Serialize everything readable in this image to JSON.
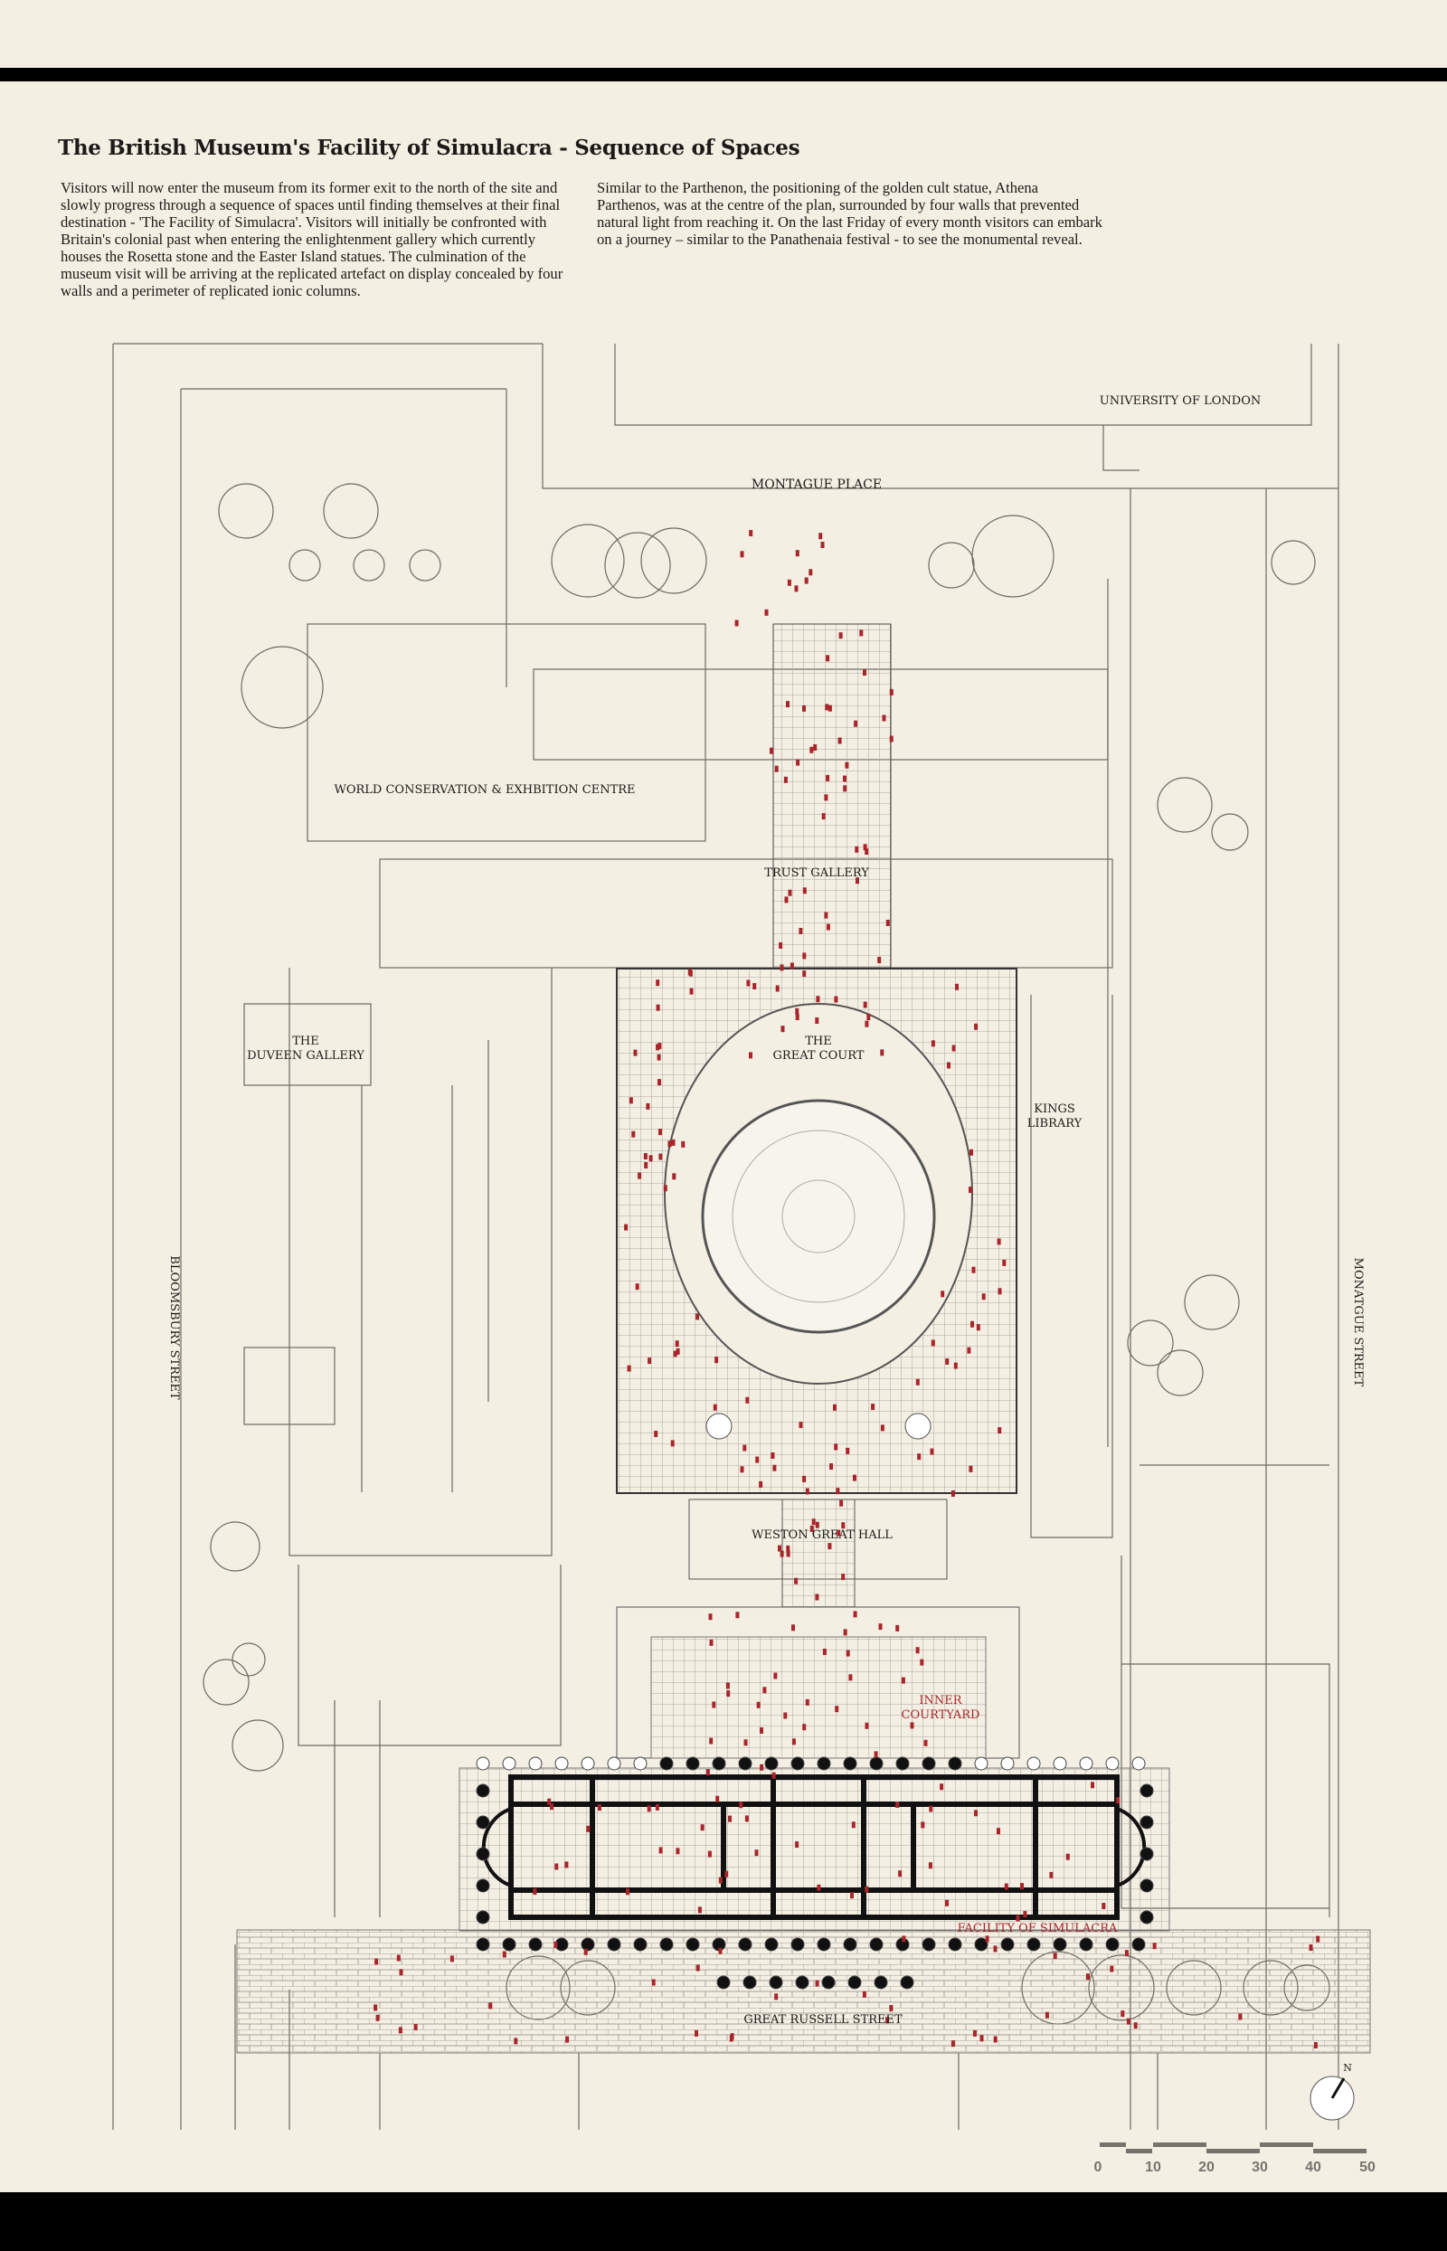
{
  "title": "The British Museum's Facility of Simulacra - Sequence of Spaces",
  "paragraphs": [
    "Visitors will now enter the museum from its former exit to the north of the site and slowly progress through a sequence of spaces until finding themselves at their final destination - 'The Facility of Simulacra'. Visitors will initially be confronted with Britain's colonial past when entering the enlightenment gallery which currently houses the Rosetta stone and the Easter Island statues. The culmination of the museum visit will be arriving at the replicated artefact on display concealed by four walls and a perimeter of replicated ionic columns.",
    "Similar to the Parthenon, the positioning of the golden cult statue, Athena Parthenos, was at the centre of the plan, surrounded by four walls that prevented natural light from reaching it. On the last Friday of every month visitors can embark on a journey – similar to the Panathenaia festival - to see the monumental reveal."
  ],
  "labels": {
    "university": "UNIVERSITY OF LONDON",
    "montague_place": "MONTAGUE PLACE",
    "world_conservation": "WORLD CONSERVATION & EXHBITION CENTRE",
    "trust_gallery": "TRUST GALLERY",
    "duveen_1": "THE",
    "duveen_2": "DUVEEN GALLERY",
    "great_court_1": "THE",
    "great_court_2": "GREAT COURT",
    "kings_1": "KINGS",
    "kings_2": "LIBRARY",
    "bloomsbury": "BLOOMSBURY STREET",
    "montague_street": "MONATGUE STREET",
    "weston": "WESTON GREAT HALL",
    "inner_1": "INNER",
    "inner_2": "COURTYARD",
    "facility": "FACILITY OF SIMULACRA",
    "great_russell": "GREAT RUSSELL STREET"
  },
  "north_arrow": "N",
  "scale_bar": [
    "0",
    "10",
    "20",
    "30",
    "40",
    "50"
  ],
  "colors": {
    "background": "#f4efe3",
    "line": "#6e6a64",
    "accent": "#a8262b",
    "wall": "#111111"
  }
}
